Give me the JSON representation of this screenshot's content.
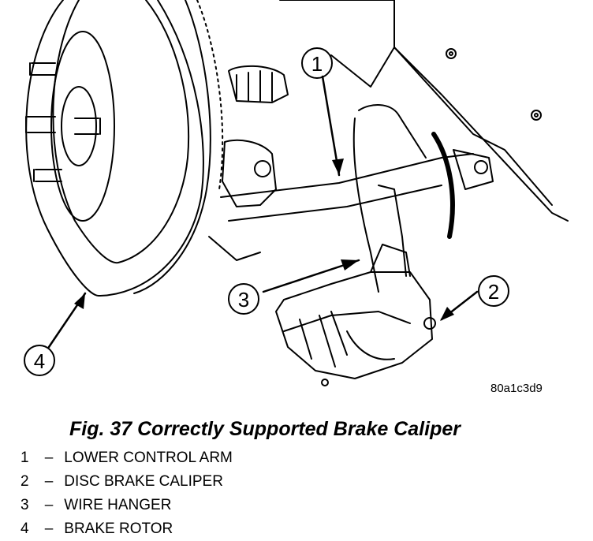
{
  "figure": {
    "id": "80a1c3d9",
    "caption": "Fig. 37 Correctly Supported Brake Caliper"
  },
  "callouts": [
    {
      "number": "1",
      "label": "LOWER CONTROL ARM"
    },
    {
      "number": "2",
      "label": "DISC BRAKE CALIPER"
    },
    {
      "number": "3",
      "label": "WIRE HANGER"
    },
    {
      "number": "4",
      "label": "BRAKE ROTOR"
    }
  ],
  "legend_separator": "–"
}
